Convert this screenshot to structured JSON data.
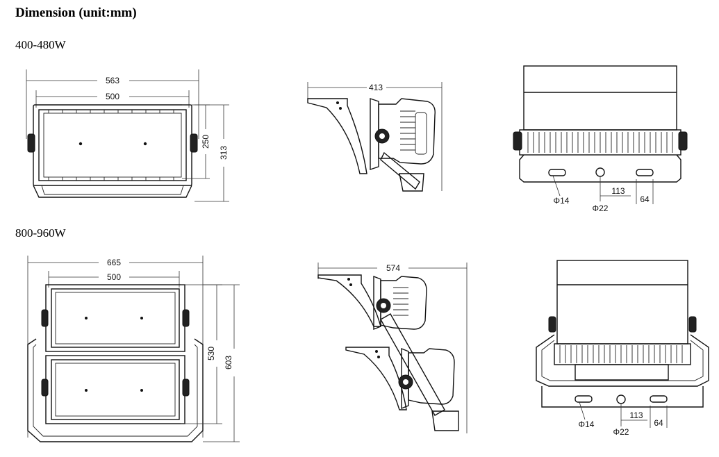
{
  "page": {
    "title": "Dimension (unit:mm)"
  },
  "variants": [
    {
      "label": "400-480W",
      "front": {
        "overall_width": "563",
        "panel_width": "500",
        "panel_height": "250",
        "overall_height": "313"
      },
      "side": {
        "depth": "413"
      },
      "rear": {
        "hole_small": "Φ14",
        "hole_large": "Φ22",
        "spacing": "113",
        "offset": "64"
      }
    },
    {
      "label": "800-960W",
      "front": {
        "overall_width": "665",
        "panel_width": "500",
        "panel_height": "530",
        "overall_height": "603"
      },
      "side": {
        "depth": "574"
      },
      "rear": {
        "hole_small": "Φ14",
        "hole_large": "Φ22",
        "spacing": "113",
        "offset": "64"
      }
    }
  ]
}
